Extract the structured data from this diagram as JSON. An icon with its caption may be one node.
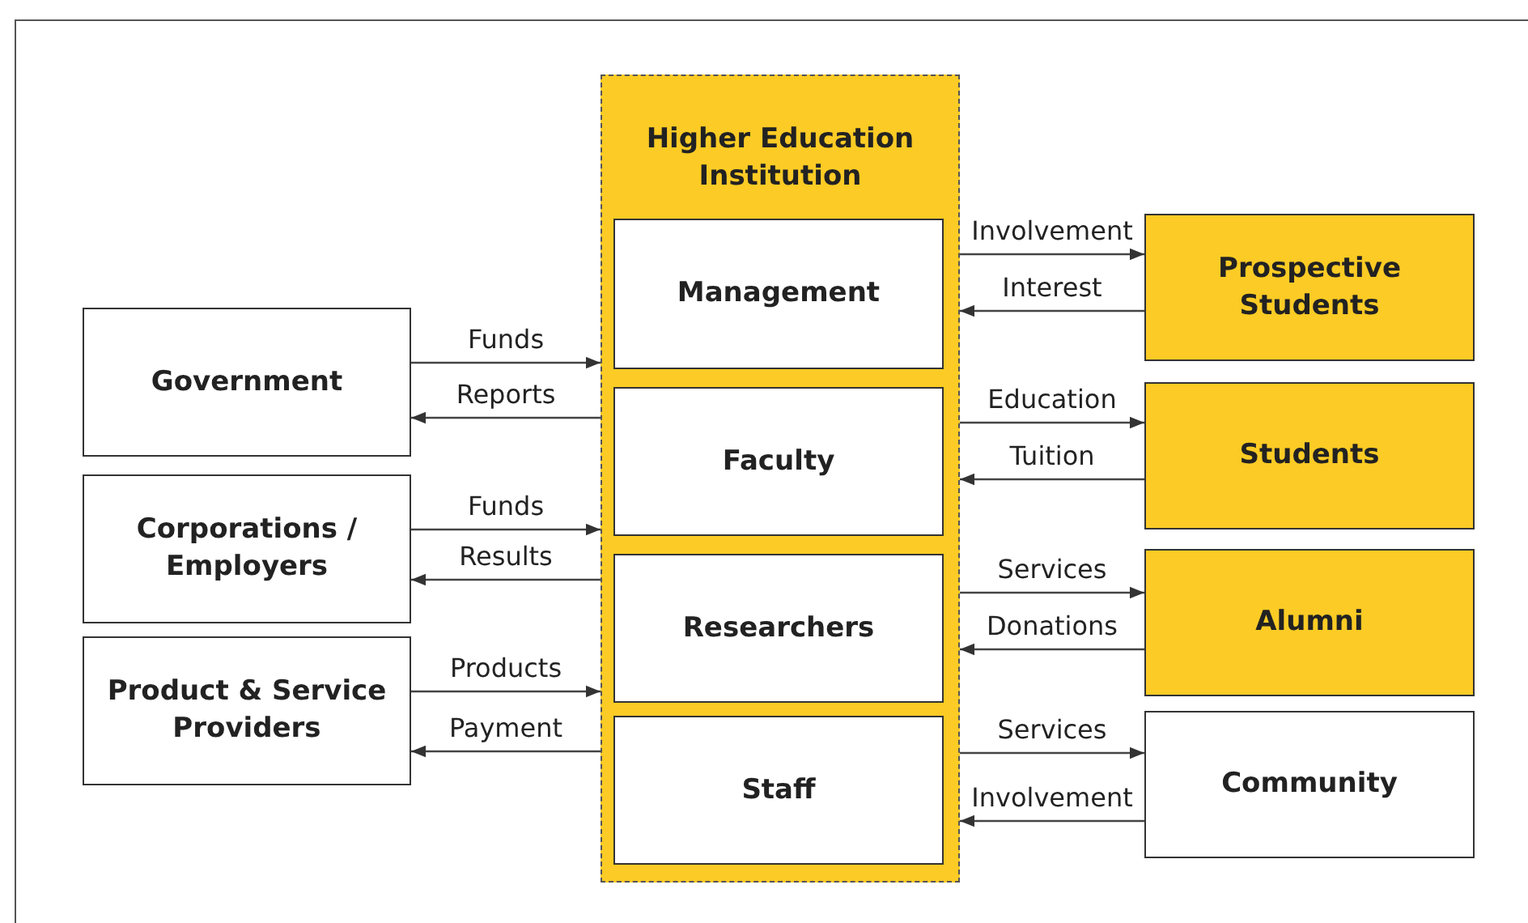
{
  "diagram": {
    "nodes": [
      {
        "text": [
          "Higher Education Institution"
        ]
      },
      {
        "text": [
          "Management"
        ],
        "in": 0
      },
      {
        "text": [
          "Faculty"
        ],
        "in": 0
      },
      {
        "text": [
          "Researchers"
        ],
        "in": 0
      },
      {
        "text": [
          "Staff"
        ],
        "in": 0
      },
      {
        "text": [
          "Government"
        ]
      },
      {
        "text": [
          "Corporations / Employers"
        ]
      },
      {
        "text": [
          "Product & Service Providers"
        ]
      },
      {
        "text": [
          "Prospective Students"
        ]
      },
      {
        "text": [
          "Students"
        ]
      },
      {
        "text": [
          "Alumni"
        ]
      },
      {
        "text": [
          "Community"
        ]
      }
    ],
    "edges": [
      {
        "from": 5,
        "to": 0,
        "arrow": "to",
        "label": "Funds"
      },
      {
        "from": 0,
        "to": 5,
        "arrow": "to",
        "label": "Reports"
      },
      {
        "from": 6,
        "to": 0,
        "arrow": "to",
        "label": "Funds"
      },
      {
        "from": 0,
        "to": 6,
        "arrow": "to",
        "label": "Results"
      },
      {
        "from": 7,
        "to": 0,
        "arrow": "to",
        "label": "Products"
      },
      {
        "from": 0,
        "to": 7,
        "arrow": "to",
        "label": "Payment"
      },
      {
        "from": 0,
        "to": 8,
        "arrow": "to",
        "label": "Involvement"
      },
      {
        "from": 8,
        "to": 0,
        "arrow": "to",
        "label": "Interest"
      },
      {
        "from": 0,
        "to": 9,
        "arrow": "to",
        "label": "Education"
      },
      {
        "from": 9,
        "to": 0,
        "arrow": "to",
        "label": "Tuition"
      },
      {
        "from": 0,
        "to": 10,
        "arrow": "to",
        "label": "Services"
      },
      {
        "from": 10,
        "to": 0,
        "arrow": "to",
        "label": "Donations"
      },
      {
        "from": 0,
        "to": 11,
        "arrow": "to",
        "label": "Services"
      },
      {
        "from": 11,
        "to": 0,
        "arrow": "to",
        "label": "Involvement"
      }
    ]
  }
}
